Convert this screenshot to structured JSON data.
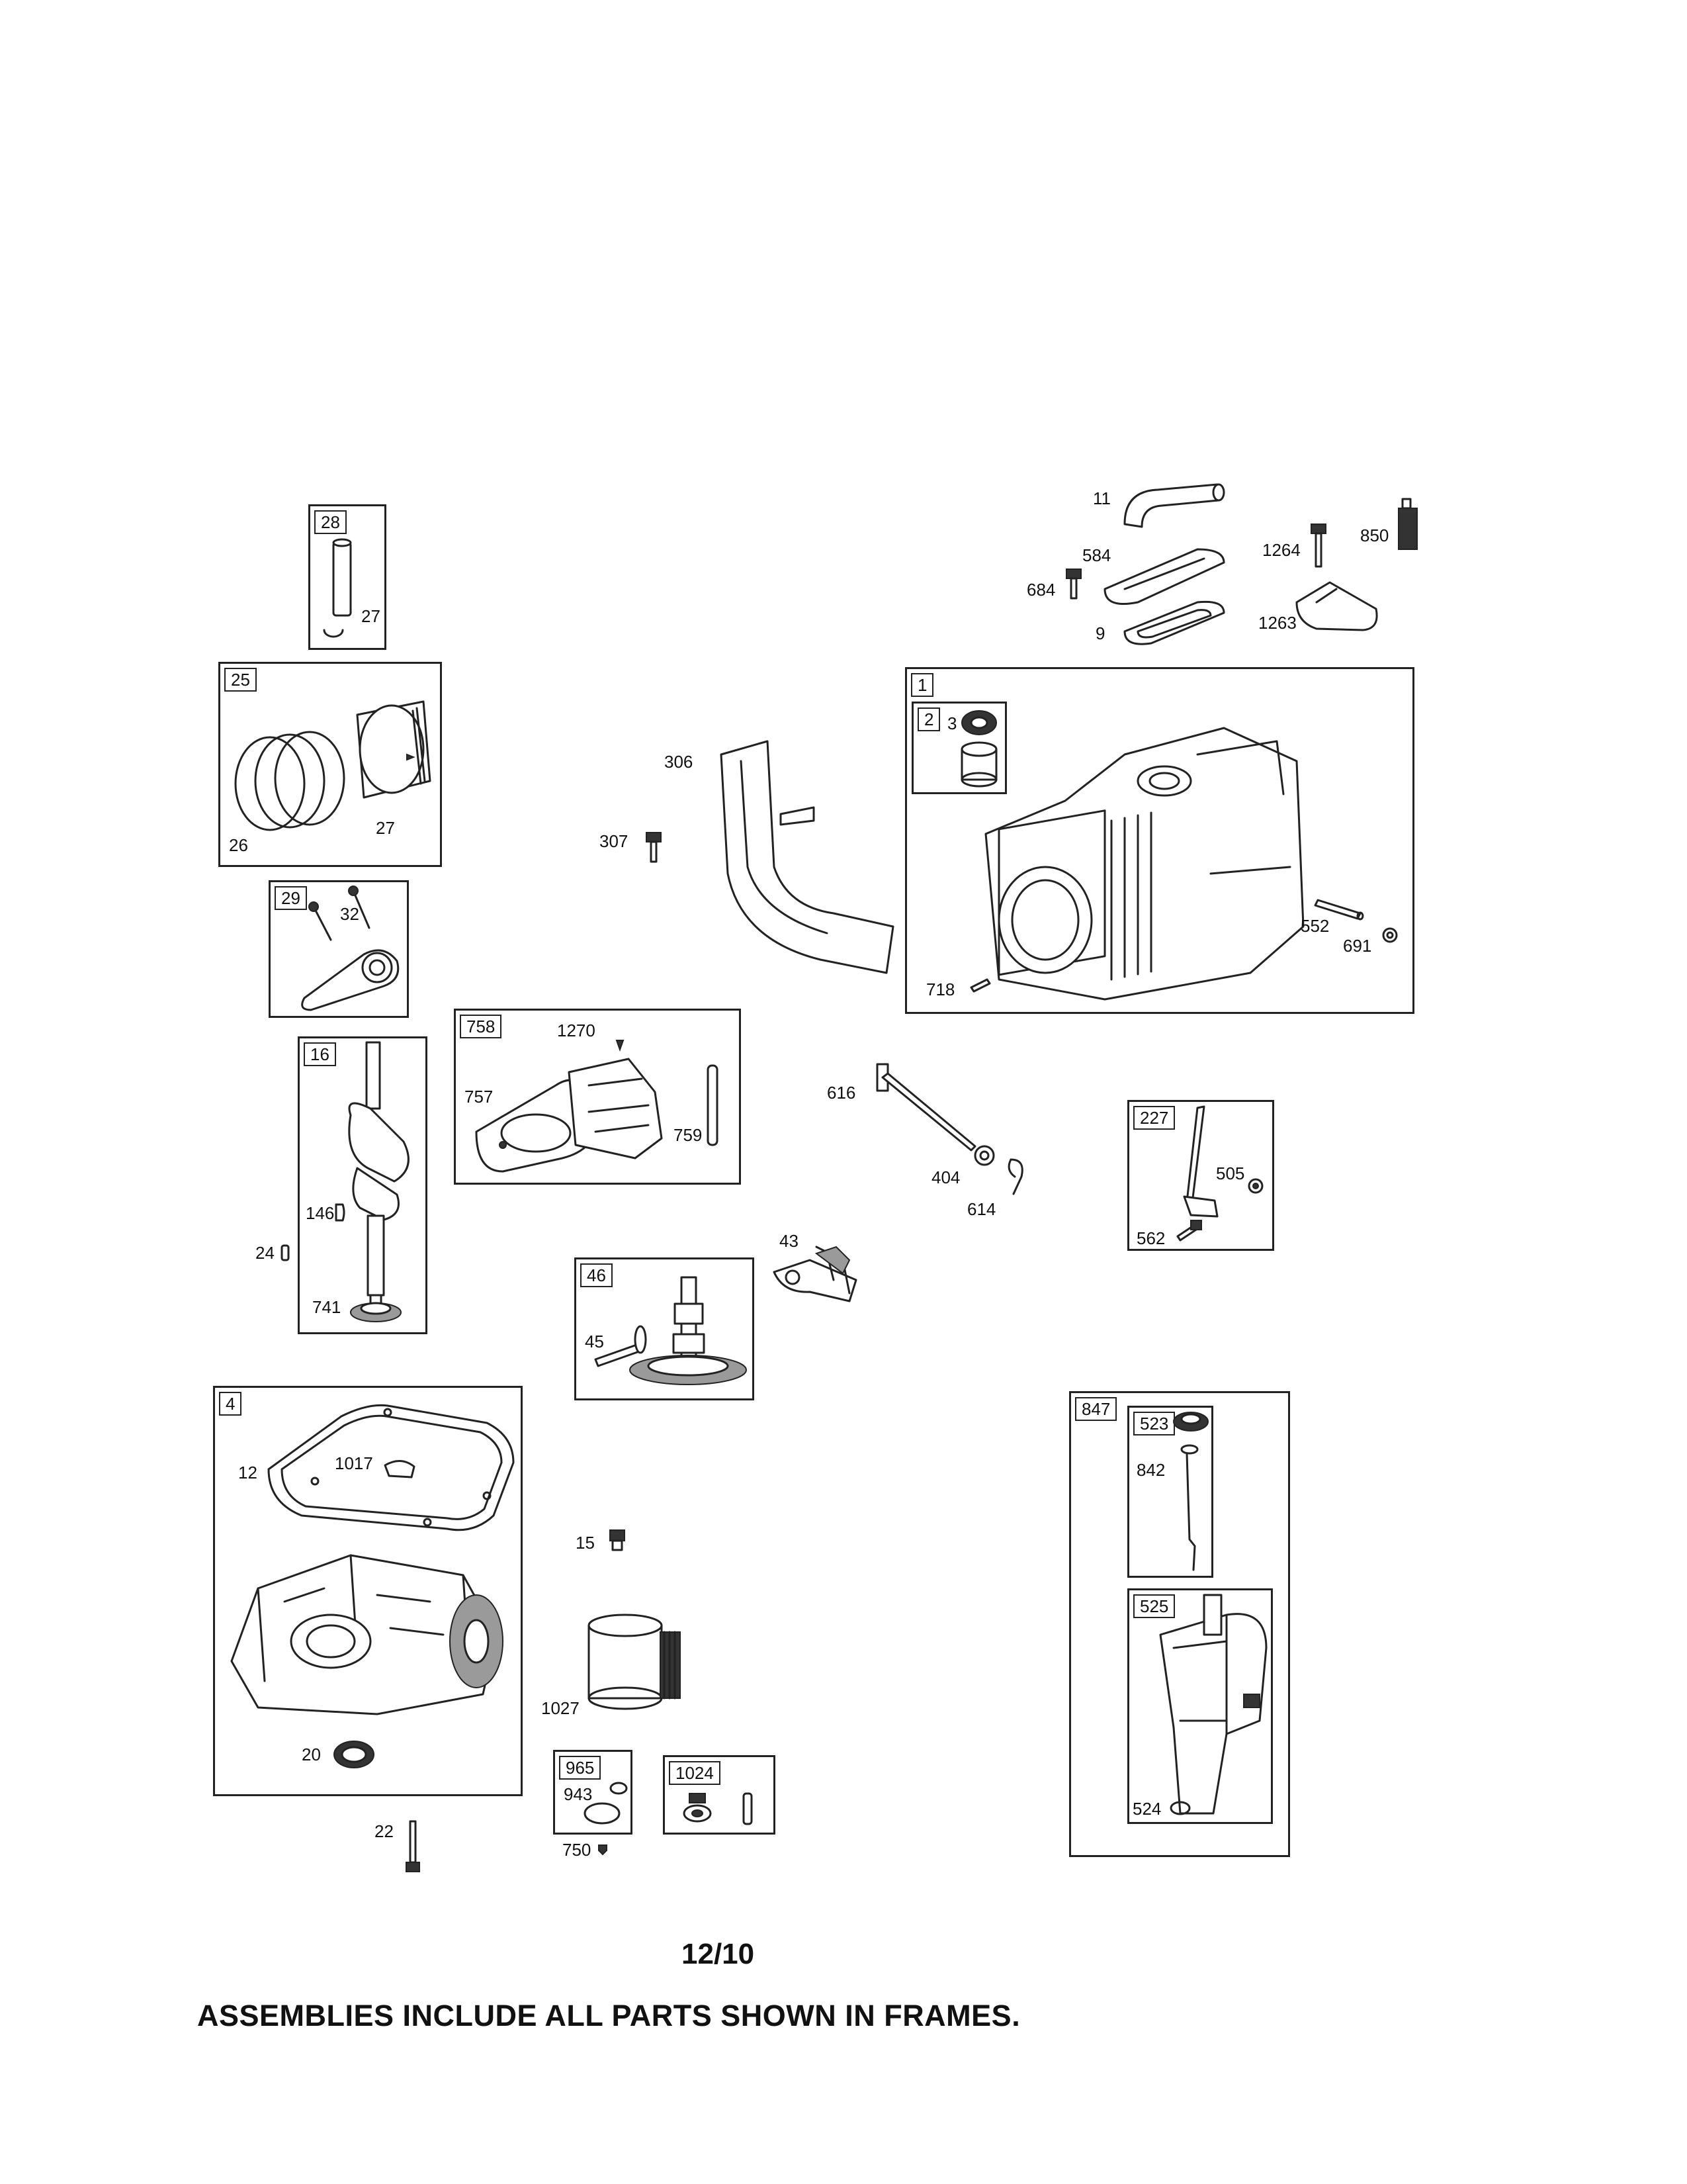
{
  "frames": {
    "f28": "28",
    "f25": "25",
    "f29": "29",
    "f16": "16",
    "f758": "758",
    "f1": "1",
    "f2": "2",
    "f227": "227",
    "f46": "46",
    "f4": "4",
    "f847": "847",
    "f523": "523",
    "f525": "525",
    "f965": "965",
    "f1024": "1024"
  },
  "labels": {
    "p27a": "27",
    "p26": "26",
    "p27b": "27",
    "p32": "32",
    "p146": "146",
    "p24": "24",
    "p741": "741",
    "p1270": "1270",
    "p757": "757",
    "p759": "759",
    "p11": "11",
    "p584": "584",
    "p684": "684",
    "p9": "9",
    "p1264": "1264",
    "p850": "850",
    "p1263": "1263",
    "p306": "306",
    "p307": "307",
    "p3": "3",
    "p552": "552",
    "p691": "691",
    "p718": "718",
    "p616": "616",
    "p404": "404",
    "p614": "614",
    "p505": "505",
    "p562": "562",
    "p43": "43",
    "p45": "45",
    "p12": "12",
    "p1017": "1017",
    "p15": "15",
    "p1027": "1027",
    "p20": "20",
    "p22": "22",
    "p943": "943",
    "p750": "750",
    "p842": "842",
    "p524": "524"
  },
  "footer": {
    "date": "12/10",
    "note": "ASSEMBLIES INCLUDE ALL PARTS SHOWN IN FRAMES."
  }
}
